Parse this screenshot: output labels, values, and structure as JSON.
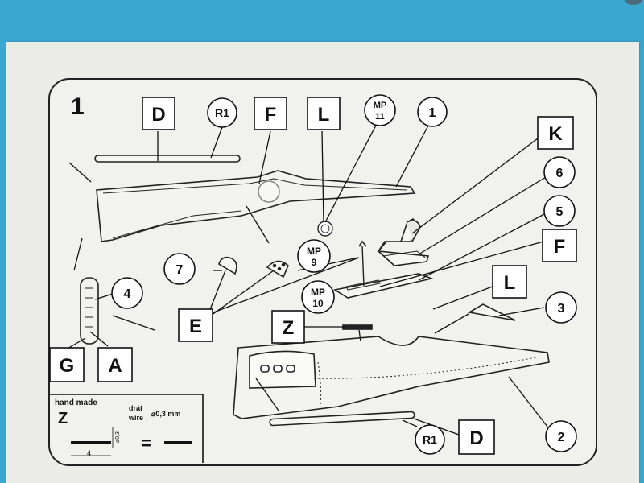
{
  "step_number": "1",
  "square_labels": {
    "D_top": "D",
    "F_top": "F",
    "L_top": "L",
    "K": "K",
    "F_right": "F",
    "L_right": "L",
    "E": "E",
    "Z": "Z",
    "G": "G",
    "A": "A",
    "D_bottom": "D"
  },
  "circle_labels": {
    "R1_top": "R1",
    "MP11_line1": "MP",
    "MP11_line2": "11",
    "part1": "1",
    "part6": "6",
    "part5": "5",
    "part3": "3",
    "part7": "7",
    "MP9_line1": "MP",
    "MP9_line2": "9",
    "MP10_line1": "MP",
    "MP10_line2": "10",
    "part4": "4",
    "R1_bottom": "R1",
    "part2": "2"
  },
  "legend": {
    "title": "hand made",
    "part_letter": "Z",
    "wire_line1": "drát",
    "wire_line2": "wire",
    "diameter_top": "⌀0,3 mm",
    "diameter_small": "⌀0,3",
    "length": "4",
    "equals": "="
  },
  "colors": {
    "background": "#3aa7cf",
    "sheet": "#ecece8",
    "ink": "#111111"
  }
}
